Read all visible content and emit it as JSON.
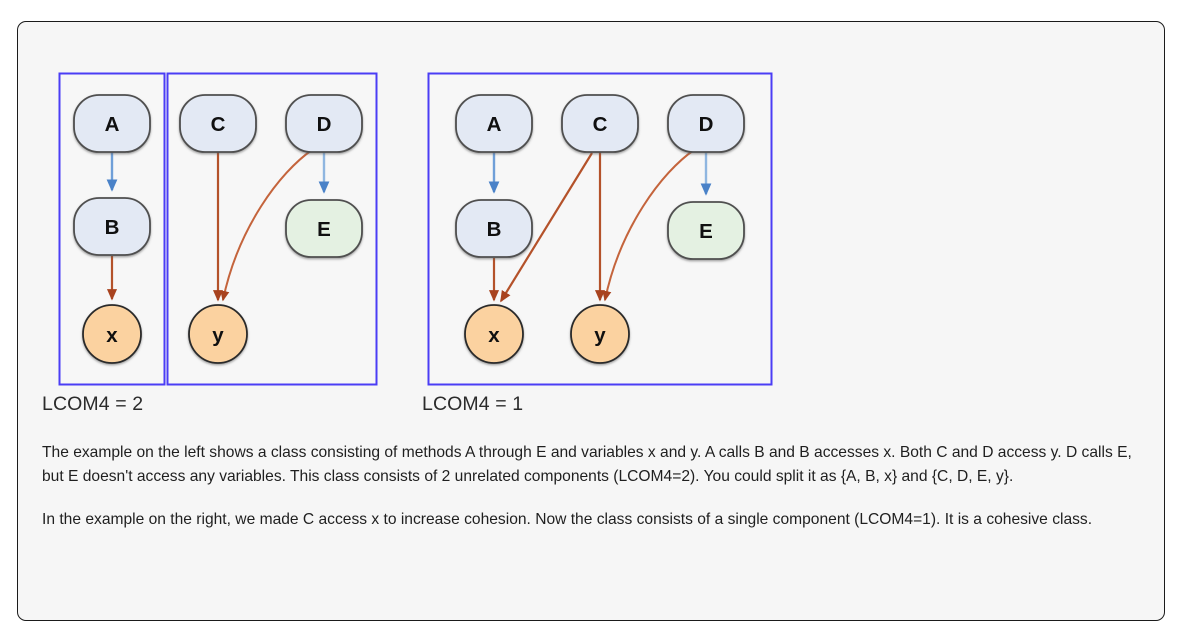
{
  "figure": {
    "left_example": {
      "caption": "LCOM4 = 2",
      "components": [
        {
          "group_index": 1,
          "nodes": [
            {
              "id": "A",
              "label": "A",
              "kind": "method",
              "shape": "rounded-rect"
            },
            {
              "id": "B",
              "label": "B",
              "kind": "method",
              "shape": "rounded-rect"
            },
            {
              "id": "x",
              "label": "x",
              "kind": "variable",
              "shape": "circle"
            }
          ],
          "edges": [
            {
              "from": "A",
              "to": "B",
              "type": "call",
              "color": "#5b8fd0"
            },
            {
              "from": "B",
              "to": "x",
              "type": "access",
              "color": "#b4522a"
            }
          ]
        },
        {
          "group_index": 2,
          "nodes": [
            {
              "id": "C",
              "label": "C",
              "kind": "method",
              "shape": "rounded-rect"
            },
            {
              "id": "D",
              "label": "D",
              "kind": "method",
              "shape": "rounded-rect"
            },
            {
              "id": "E",
              "label": "E",
              "kind": "method-novars",
              "shape": "rounded-rect"
            },
            {
              "id": "y",
              "label": "y",
              "kind": "variable",
              "shape": "circle"
            }
          ],
          "edges": [
            {
              "from": "C",
              "to": "y",
              "type": "access",
              "color": "#b4522a"
            },
            {
              "from": "D",
              "to": "y",
              "type": "access",
              "color": "#b4522a"
            },
            {
              "from": "D",
              "to": "E",
              "type": "call",
              "color": "#5b8fd0"
            }
          ]
        }
      ]
    },
    "right_example": {
      "caption": "LCOM4 = 1",
      "components": [
        {
          "group_index": 1,
          "nodes": [
            {
              "id": "A",
              "label": "A",
              "kind": "method",
              "shape": "rounded-rect"
            },
            {
              "id": "C",
              "label": "C",
              "kind": "method",
              "shape": "rounded-rect"
            },
            {
              "id": "D",
              "label": "D",
              "kind": "method",
              "shape": "rounded-rect"
            },
            {
              "id": "B",
              "label": "B",
              "kind": "method",
              "shape": "rounded-rect"
            },
            {
              "id": "E",
              "label": "E",
              "kind": "method-novars",
              "shape": "rounded-rect"
            },
            {
              "id": "x",
              "label": "x",
              "kind": "variable",
              "shape": "circle"
            },
            {
              "id": "y",
              "label": "y",
              "kind": "variable",
              "shape": "circle"
            }
          ],
          "edges": [
            {
              "from": "A",
              "to": "B",
              "type": "call",
              "color": "#5b8fd0"
            },
            {
              "from": "B",
              "to": "x",
              "type": "access",
              "color": "#b4522a"
            },
            {
              "from": "C",
              "to": "x",
              "type": "access",
              "color": "#b4522a"
            },
            {
              "from": "C",
              "to": "y",
              "type": "access",
              "color": "#b4522a"
            },
            {
              "from": "D",
              "to": "y",
              "type": "access",
              "color": "#b4522a"
            },
            {
              "from": "D",
              "to": "E",
              "type": "call",
              "color": "#5b8fd0"
            }
          ]
        }
      ]
    }
  },
  "colors": {
    "method_fill": "#e3e9f4",
    "method_stroke": "#4f4f4f",
    "novars_fill": "#e4f1e2",
    "novars_stroke": "#4f4f4f",
    "variable_fill": "#fbd2a0",
    "variable_stroke": "#1f1f1f",
    "group_box_stroke": "#4b3df5",
    "call_edge": "#5b8fd0",
    "access_edge": "#b4522a",
    "card_background": "#f6f6f6",
    "card_border": "#1b1b1b",
    "text": "#1f1f1f"
  },
  "prose": {
    "paragraph_1": "The example on the left shows a class consisting of methods A through E and variables x and y. A calls B and B accesses x. Both C and D access y. D calls E, but E doesn't access any variables. This class consists of 2 unrelated components (LCOM4=2). You could split it as {A, B, x} and {C, D, E, y}.",
    "paragraph_2": "In the example on the right, we made C access x to increase cohesion. Now the class consists of a single component (LCOM4=1). It is a cohesive class."
  }
}
